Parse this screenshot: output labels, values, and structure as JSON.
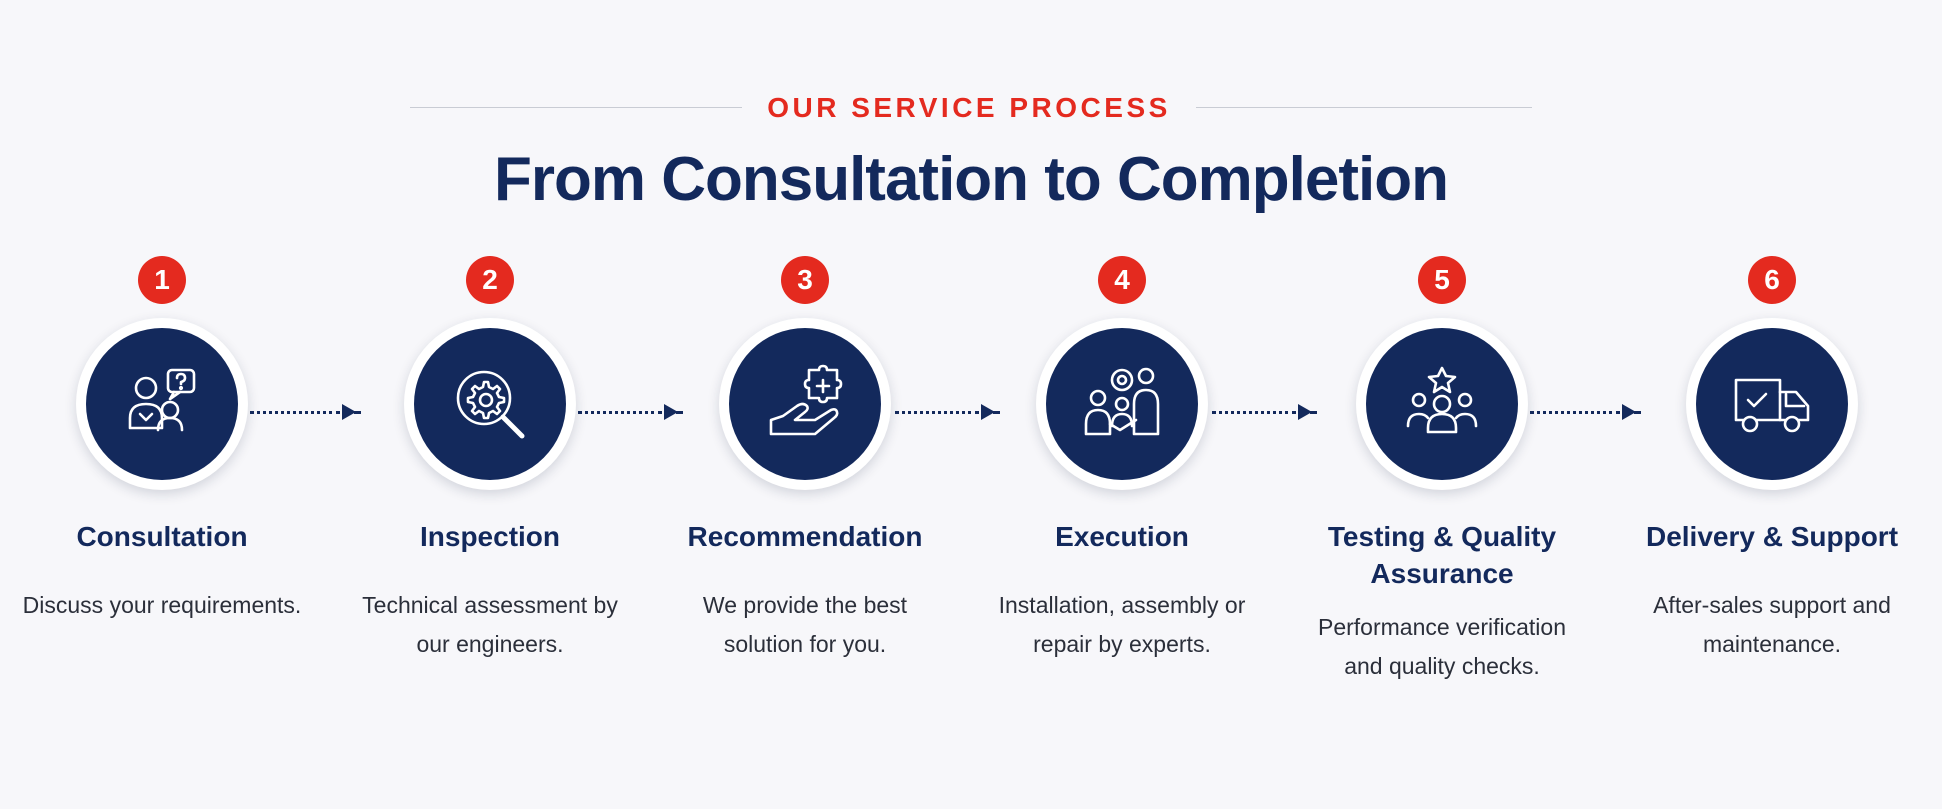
{
  "header": {
    "eyebrow": "OUR SERVICE PROCESS",
    "title": "From Consultation to Completion"
  },
  "colors": {
    "accent": "#e42a1f",
    "navy": "#13295c",
    "background": "#f7f7fa"
  },
  "steps": [
    {
      "number": "1",
      "title": "Consultation",
      "desc": "Discuss your requirements.",
      "icon": "consultation-chat-icon"
    },
    {
      "number": "2",
      "title": "Inspection",
      "desc": "Technical assessment by our engineers.",
      "icon": "gear-magnifier-icon"
    },
    {
      "number": "3",
      "title": "Recommendation",
      "desc": "We provide the best solution for you.",
      "icon": "puzzle-hand-icon"
    },
    {
      "number": "4",
      "title": "Execution",
      "desc": "Installation, assembly or repair by experts.",
      "icon": "team-gear-icon"
    },
    {
      "number": "5",
      "title": "Testing & Quality Assurance",
      "desc": "Performance verification and quality checks.",
      "icon": "team-star-icon"
    },
    {
      "number": "6",
      "title": "Delivery & Support",
      "desc": "After-sales support and maintenance.",
      "icon": "delivery-truck-icon"
    }
  ]
}
